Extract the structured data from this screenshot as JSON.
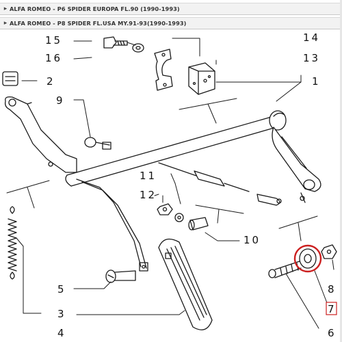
{
  "models": [
    {
      "label": "ALFA ROMEO - P6 SPIDER EUROPA FL.90 (1990-1993)"
    },
    {
      "label": "ALFA ROMEO - P8 SPIDER FL.USA MY.91-93(1990-1993)"
    }
  ],
  "callouts": {
    "c1": "1",
    "c2": "2",
    "c3": "3",
    "c4": "4",
    "c5": "5",
    "c6": "6",
    "c7": "7",
    "c8": "8",
    "c9": "9",
    "c10": "10",
    "c11": "11",
    "c12": "12",
    "c13": "13",
    "c14": "14",
    "c15": "15",
    "c16": "16"
  },
  "highlight": {
    "part": "7",
    "color": "#cc1f1f"
  }
}
